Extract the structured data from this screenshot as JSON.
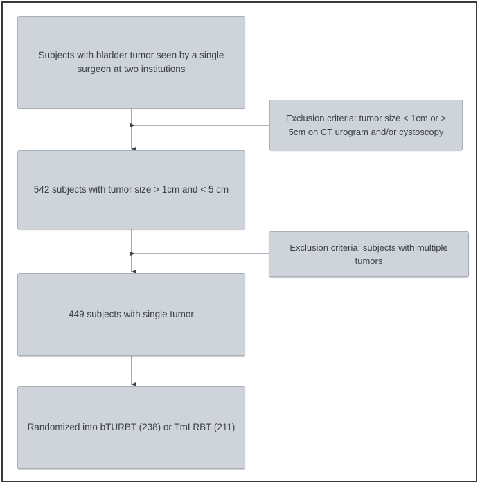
{
  "diagram": {
    "type": "flowchart",
    "title_present": false,
    "palette": {
      "node_fill": "#ced4da",
      "node_border": "#a8b0b8",
      "text": "#3b4046",
      "edge": "#5c6570",
      "frame": "#3a3a3a",
      "background": "#ffffff"
    },
    "nodes": [
      {
        "id": "node-1",
        "kind": "process",
        "text": "Subjects with bladder tumor seen by a single surgeon at  two institutions"
      },
      {
        "id": "node-2",
        "kind": "process",
        "text": "542 subjects with tumor size  > 1cm and < 5 cm"
      },
      {
        "id": "node-3",
        "kind": "process",
        "text": "449 subjects with single tumor"
      },
      {
        "id": "node-4",
        "kind": "process",
        "text": "Randomized into bTURBT (238) or TmLRBT (211)"
      },
      {
        "id": "node-x1",
        "kind": "exclusion",
        "text": "Exclusion criteria:  tumor size < 1cm or > 5cm on CT urogram and/or cystoscopy"
      },
      {
        "id": "node-x2",
        "kind": "exclusion",
        "text": "Exclusion criteria: subjects with multiple tumors"
      }
    ],
    "edges": [
      {
        "from": "node-1",
        "to": "node-2",
        "style": "arrow-down"
      },
      {
        "from": "node-x1",
        "to": "edge-1-2",
        "style": "arrow-left"
      },
      {
        "from": "node-2",
        "to": "node-3",
        "style": "arrow-down"
      },
      {
        "from": "node-x2",
        "to": "edge-2-3",
        "style": "arrow-left"
      },
      {
        "from": "node-3",
        "to": "node-4",
        "style": "arrow-down"
      }
    ]
  }
}
